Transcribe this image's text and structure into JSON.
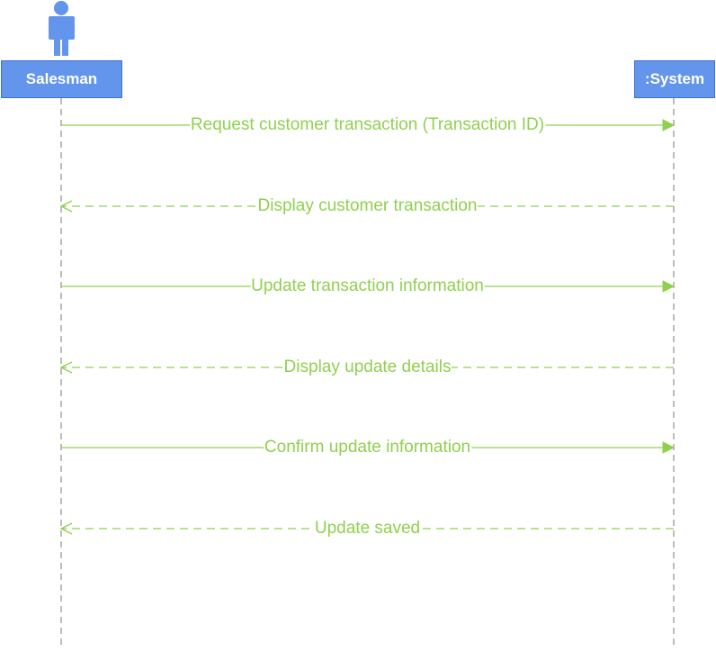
{
  "colors": {
    "lifeline_fill": "#6495ed",
    "lifeline_border": "#3f6fd1",
    "message": "#8fd14f",
    "lifeline_dash": "#999999"
  },
  "actor": {
    "icon": "stick-figure-actor-icon"
  },
  "lifelines": [
    {
      "label": "Salesman"
    },
    {
      "label": ":System"
    }
  ],
  "messages": [
    {
      "label": "Request customer transaction (Transaction ID)",
      "from": 0,
      "to": 1,
      "kind": "sync"
    },
    {
      "label": "Display customer transaction",
      "from": 1,
      "to": 0,
      "kind": "return"
    },
    {
      "label": "Update transaction information",
      "from": 0,
      "to": 1,
      "kind": "sync"
    },
    {
      "label": "Display update details",
      "from": 1,
      "to": 0,
      "kind": "return"
    },
    {
      "label": "Confirm update information",
      "from": 0,
      "to": 1,
      "kind": "sync"
    },
    {
      "label": "Update saved",
      "from": 1,
      "to": 0,
      "kind": "return"
    }
  ]
}
